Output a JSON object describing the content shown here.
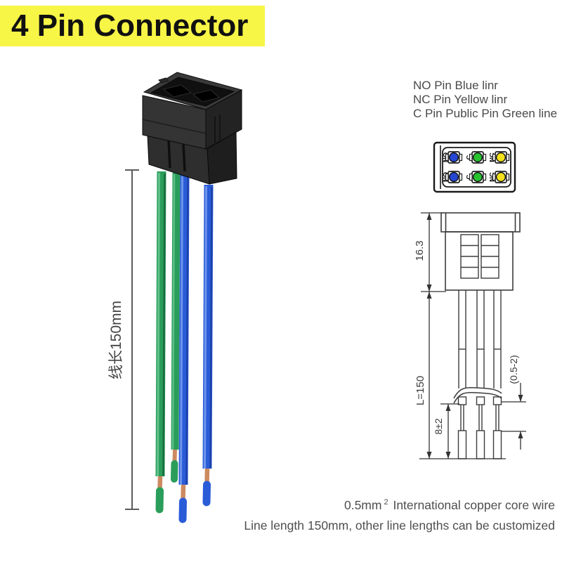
{
  "banner": {
    "title": "4 Pin Connector",
    "bg_color": "#f7f546"
  },
  "legend": {
    "line1": "NO Pin Blue linr",
    "line2": "NC Pin Yellow linr",
    "line3": "C Pin Public Pin Green line"
  },
  "photo": {
    "dimension_label": "线长150mm",
    "colors": {
      "wire_green": "#2a9d5a",
      "wire_green_highlight": "#6cc894",
      "wire_green_dark": "#156038",
      "wire_blue": "#2a5cd8",
      "wire_blue_highlight": "#7aa0f0",
      "wire_blue_dark": "#1b3b9e",
      "copper": "#cd8a60",
      "connector_front": "#2e2e2e",
      "connector_side": "#1e1e1e",
      "connector_top": "#3a3a3a",
      "connector_recess": "#101010"
    }
  },
  "pin_diagram": {
    "pins": [
      {
        "label": "NO",
        "color": "#2546d2"
      },
      {
        "label": "C",
        "color": "#27c32f"
      },
      {
        "label": "NC",
        "color": "#f2e11c"
      },
      {
        "label": "NO",
        "color": "#2546d2"
      },
      {
        "label": "C",
        "color": "#27c32f"
      },
      {
        "label": "NC",
        "color": "#f2e11c"
      }
    ]
  },
  "drawing": {
    "dim_height": "16.3",
    "dim_length": "L=150",
    "dim_strip": "8±2",
    "dim_tin": "(0.5-2)"
  },
  "footer": {
    "line1_value": "0.5mm",
    "line1_sup": "2",
    "line1_rest": " International copper core wire",
    "line2": "Line length 150mm, other line lengths can be customized"
  }
}
